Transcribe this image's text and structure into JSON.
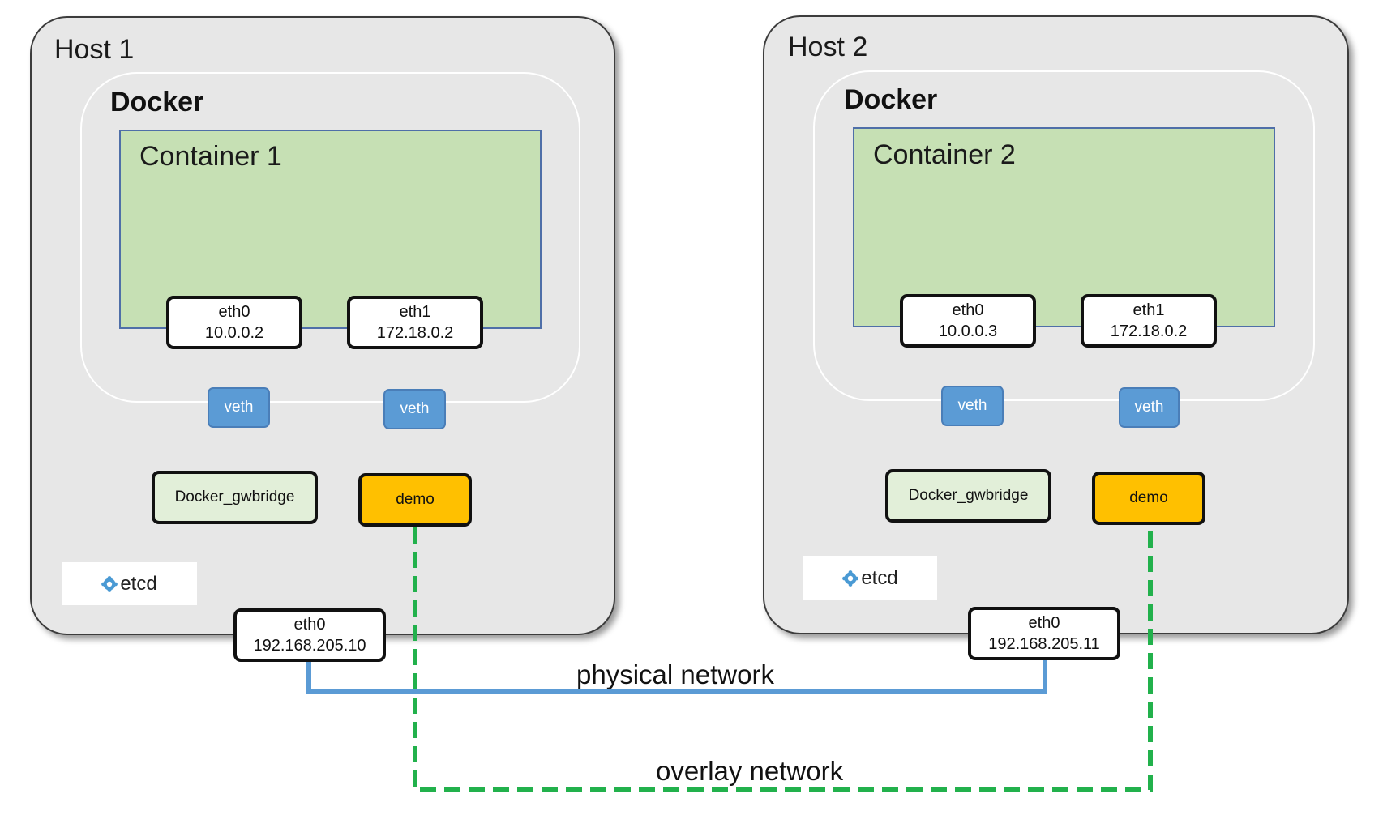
{
  "hosts": [
    {
      "title": "Host 1",
      "docker_label": "Docker",
      "container_label": "Container 1",
      "container_eth0": {
        "name": "eth0",
        "ip": "10.0.0.2"
      },
      "container_eth1": {
        "name": "eth1",
        "ip": "172.18.0.2"
      },
      "veth_left": "veth",
      "veth_right": "veth",
      "gwbridge_label": "Docker_gwbridge",
      "demo_label": "demo",
      "etcd_label": "etcd",
      "host_eth0": {
        "name": "eth0",
        "ip": "192.168.205.10"
      }
    },
    {
      "title": "Host 2",
      "docker_label": "Docker",
      "container_label": "Container 2",
      "container_eth0": {
        "name": "eth0",
        "ip": "10.0.0.3"
      },
      "container_eth1": {
        "name": "eth1",
        "ip": "172.18.0.2"
      },
      "veth_left": "veth",
      "veth_right": "veth",
      "gwbridge_label": "Docker_gwbridge",
      "demo_label": "demo",
      "etcd_label": "etcd",
      "host_eth0": {
        "name": "eth0",
        "ip": "192.168.205.11"
      }
    }
  ],
  "networks": {
    "physical_label": "physical network",
    "overlay_label": "overlay network"
  },
  "colors": {
    "host_background": "#e7e7e7",
    "container_fill": "#c6e0b4",
    "veth_fill": "#5b9bd5",
    "gwbridge_fill": "#e2efd9",
    "demo_fill": "#ffc000",
    "physical_link": "#5b9bd5",
    "overlay_link": "#22b14c",
    "etcd_icon": "#4a9ad4"
  },
  "icons": {
    "etcd": "etcd-logo-icon"
  }
}
